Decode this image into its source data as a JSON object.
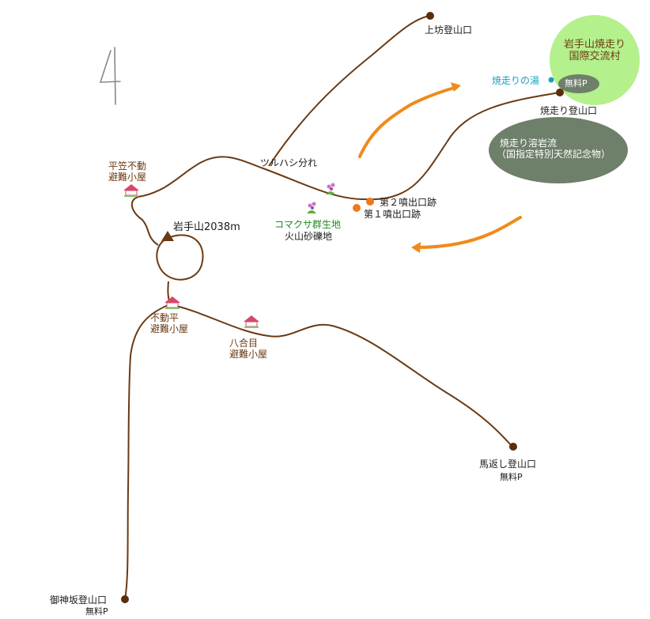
{
  "map": {
    "route_number": "4",
    "summit": {
      "label": "岩手山2038m"
    },
    "trailheads": {
      "kamibo": "上坊登山口",
      "yakehashiri": "焼走り登山口",
      "umagaeshi": "馬返し登山口",
      "umagaeshi_parking": "無料P",
      "omikamizaka": "御神坂登山口",
      "omikamizaka_parking": "無料P"
    },
    "huts": {
      "hiragasa_line1": "平笠不動",
      "hiragasa_line2": "避難小屋",
      "fudodaira_line1": "不動平",
      "fudodaira_line2": "避難小屋",
      "hachigome_line1": "八合目",
      "hachigome_line2": "避難小屋"
    },
    "points": {
      "tsuruhashi": "ツルハシ分れ",
      "crater2": "第２噴出口跡",
      "crater1": "第１噴出口跡",
      "komakusa": "コマクサ群生地",
      "gravel": "火山砂礫地",
      "onsen": "焼走りの湯"
    },
    "areas": {
      "village_line1": "岩手山焼走り",
      "village_line2": "国際交流村",
      "village_parking": "無料P",
      "lava_line1": "焼走り溶岩流",
      "lava_line2": "（国指定特別天然記念物）"
    },
    "colors": {
      "trail": "#6b3a12",
      "arrow": "#f08a1c",
      "village": "#b4f08c",
      "lava": "#6e7f6a",
      "crater": "#f07818",
      "onsen": "#18a0c0"
    }
  }
}
